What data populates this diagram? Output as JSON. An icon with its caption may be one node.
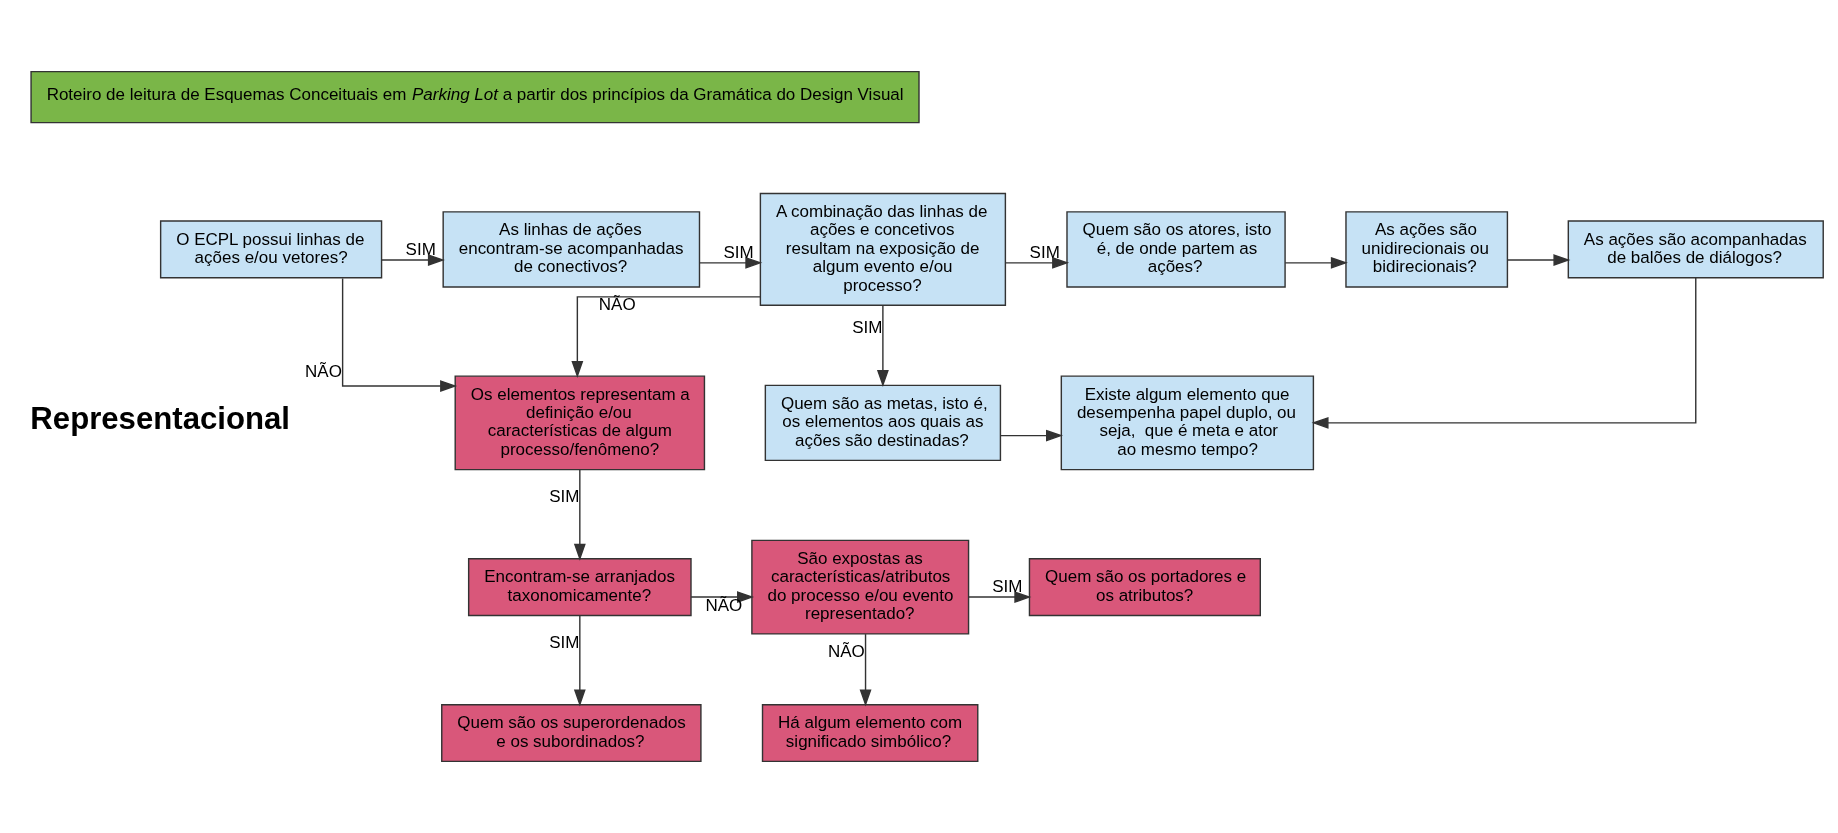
{
  "diagram": {
    "nodes": [
      {
        "text": [
          "Roteiro de leitura de Esquemas Conceituais em *Parking Lot* a partir dos princípios da Gramática do Design Visual"
        ]
      },
      {
        "text": [
          "O ECPL possui linhas de ações e/ou vetores?"
        ]
      },
      {
        "text": [
          "As linhas de ações encontram-se acompanhadas de conectivos?"
        ]
      },
      {
        "text": [
          "A combinação das linhas de ações e concetivos resultam na exposição de algum evento e/ou processo?"
        ]
      },
      {
        "text": [
          "Quem são os atores, isto é, de onde partem as ações?"
        ]
      },
      {
        "text": [
          "As ações são unidirecionais ou bidirecionais?"
        ]
      },
      {
        "text": [
          "As ações são acompanhadas de balões de diálogos?"
        ]
      },
      {
        "text": [
          "Quem são as metas, isto é,  os elementos aos quais as ações são destinadas?"
        ]
      },
      {
        "text": [
          "Existe algum elemento que desempenha papel duplo, ou seja,  que é meta e ator ao mesmo tempo?"
        ]
      },
      {
        "text": [
          "Os elementos representam a definição e/ou características de algum processo/fenômeno?"
        ]
      },
      {
        "text": [
          "Encontram-se arranjados taxonomicamente?"
        ]
      },
      {
        "text": [
          "São expostas as características/atributos do processo e/ou evento representado?"
        ]
      },
      {
        "text": [
          "Quem são os portadores e os atributos?"
        ]
      },
      {
        "text": [
          "Quem são os superordenados e os subordinados?"
        ]
      },
      {
        "text": [
          "Há algum elemento com significado simbólico?"
        ]
      }
    ],
    "edges": [
      {
        "from": 1,
        "to": 2,
        "arrow": "to",
        "label": "SIM"
      },
      {
        "from": 2,
        "to": 3,
        "arrow": "to",
        "label": "SIM"
      },
      {
        "from": 3,
        "to": 4,
        "arrow": "to",
        "label": "SIM"
      },
      {
        "from": 4,
        "to": 5,
        "arrow": "to"
      },
      {
        "from": 5,
        "to": 6,
        "arrow": "to"
      },
      {
        "from": 6,
        "to": 8,
        "arrow": "to"
      },
      {
        "from": 1,
        "to": 9,
        "arrow": "to",
        "label": "NÃO"
      },
      {
        "from": 3,
        "to": 7,
        "arrow": "to",
        "label": "SIM"
      },
      {
        "from": 7,
        "to": 8,
        "arrow": "to"
      },
      {
        "from": 3,
        "to": 9,
        "arrow": "to",
        "label": "NÃO"
      },
      {
        "from": 9,
        "to": 10,
        "arrow": "to",
        "label": "SIM"
      },
      {
        "from": 10,
        "to": 11,
        "arrow": "to",
        "label": "NÃO"
      },
      {
        "from": 11,
        "to": 12,
        "arrow": "to",
        "label": "SIM"
      },
      {
        "from": 10,
        "to": 13,
        "arrow": "to",
        "label": "SIM"
      },
      {
        "from": 11,
        "to": 14,
        "arrow": "to",
        "label": "NÃO"
      }
    ],
    "labels": [
      "Representacional"
    ]
  }
}
